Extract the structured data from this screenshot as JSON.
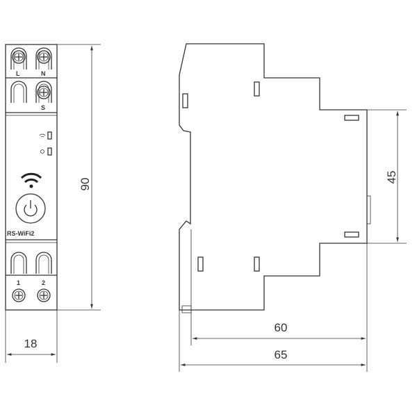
{
  "front_view": {
    "terminal_labels": {
      "l": "L",
      "n": "N",
      "s": "S",
      "one": "1",
      "two": "2"
    },
    "model": "RS-WiFi2",
    "icons": [
      "wifi-indicator-icon",
      "power-indicator-icon",
      "wifi-icon",
      "power-button-icon"
    ]
  },
  "dimensions": {
    "height": "90",
    "width": "18",
    "side_inner": "45",
    "depth_body": "60",
    "depth_total": "65"
  }
}
